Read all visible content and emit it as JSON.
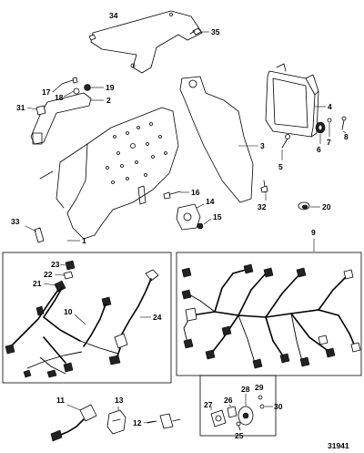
{
  "figure_number": "31941",
  "callouts": {
    "c1": "1",
    "c2": "2",
    "c3": "3",
    "c4": "4",
    "c5": "5",
    "c6": "6",
    "c7": "7",
    "c8": "8",
    "c9": "9",
    "c10": "10",
    "c11": "11",
    "c12": "12",
    "c13": "13",
    "c14": "14",
    "c15": "15",
    "c16": "16",
    "c17": "17",
    "c18": "18",
    "c19": "19",
    "c20": "20",
    "c21": "21",
    "c22": "22",
    "c23": "23",
    "c24": "24",
    "c25": "25",
    "c26": "26",
    "c27": "27",
    "c28": "28",
    "c29": "29",
    "c30": "30",
    "c31": "31",
    "c32": "32",
    "c33": "33",
    "c34": "34",
    "c35": "35"
  }
}
